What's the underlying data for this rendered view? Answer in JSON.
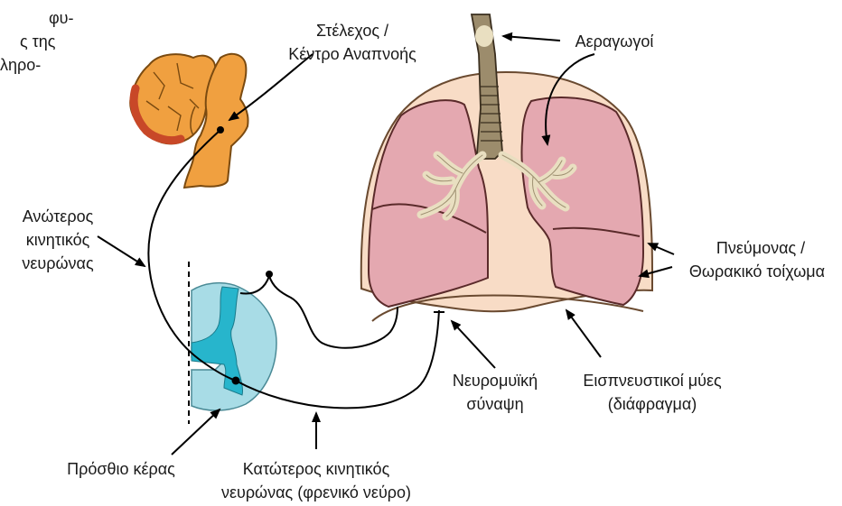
{
  "fragment_text": [
    "φυ-",
    "ς της",
    "ληρο-"
  ],
  "labels": {
    "brainstem": [
      "Στέλεχος /",
      "Κέντρο Αναπνοής"
    ],
    "airways": "Αεραγωγοί",
    "upper_motor_neuron": [
      "Ανώτερος",
      "κινητικός",
      "νευρώνας"
    ],
    "lung_chest_wall": [
      "Πνεύμονας /",
      "Θωρακικό τοίχωμα"
    ],
    "neuromuscular_junction": [
      "Νευρομυϊκή",
      "σύναψη"
    ],
    "inspiratory_muscles": [
      "Εισπνευστικοί μύες",
      "(διάφραγμα)"
    ],
    "anterior_horn": "Πρόσθιο κέρας",
    "lower_motor_neuron": [
      "Κατώτερος κινητικός",
      "νευρώνας (φρενικό νεύρο)"
    ]
  },
  "colors": {
    "chest_wall": "#f8dcc6",
    "lung": "#e4a8b0",
    "bronchi": "#e9dfc1",
    "trachea": "#9c8c6c",
    "brainstem": "#f0a040",
    "cerebellum_edge": "#c84828",
    "spinal_cord": "#a8dce6",
    "gray_matter": "#27b5cc"
  }
}
